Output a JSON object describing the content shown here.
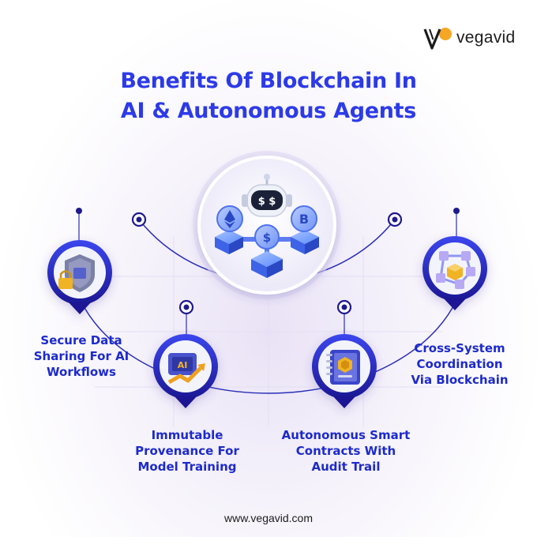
{
  "brand": {
    "name": "vegavid",
    "website": "www.vegavid.com",
    "colors": {
      "primary": "#2c3ae8",
      "navy": "#1e1a8c",
      "accent": "#f5a623"
    }
  },
  "title": {
    "line1": "Benefits Of Blockchain In",
    "line2": "AI & Autonomous Agents"
  },
  "center": {
    "icon": "robot-blockchain-network-icon",
    "robot_eyes": "$ $"
  },
  "benefits": [
    {
      "icon": "shield-lock-icon",
      "lines": [
        "Secure Data",
        "Sharing For AI",
        "Workflows"
      ]
    },
    {
      "icon": "ai-chip-growth-icon",
      "badge": "AI",
      "lines": [
        "Immutable",
        "Provenance For",
        "Model Training"
      ]
    },
    {
      "icon": "smart-contract-notebook-icon",
      "lines": [
        "Autonomous Smart",
        "Contracts With",
        "Audit Trail"
      ]
    },
    {
      "icon": "cube-network-icon",
      "lines": [
        "Cross-System",
        "Coordination",
        "Via Blockchain"
      ]
    }
  ]
}
